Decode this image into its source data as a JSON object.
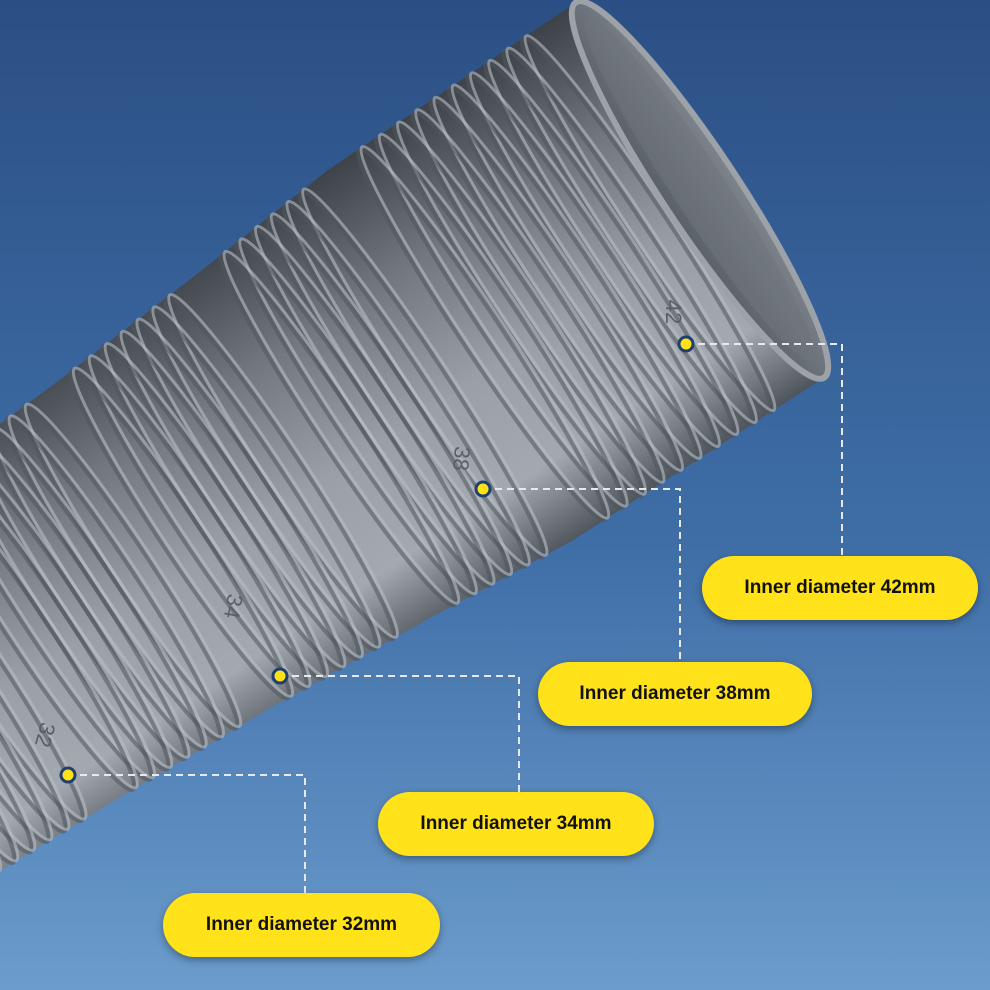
{
  "colors": {
    "background_top": "#2b4f84",
    "background_bottom": "#6b9ccc",
    "hose": "#8e959c",
    "label_fill": "#ffe219",
    "marker_fill": "#ffe219",
    "leader_line": "#e6e9ee",
    "size_text": "#5a5f66"
  },
  "hose_size_markings": [
    "42",
    "38",
    "34",
    "32"
  ],
  "labels": [
    {
      "text": "Inner diameter 42mm"
    },
    {
      "text": "Inner diameter 38mm"
    },
    {
      "text": "Inner diameter 34mm"
    },
    {
      "text": "Inner diameter 32mm"
    }
  ]
}
